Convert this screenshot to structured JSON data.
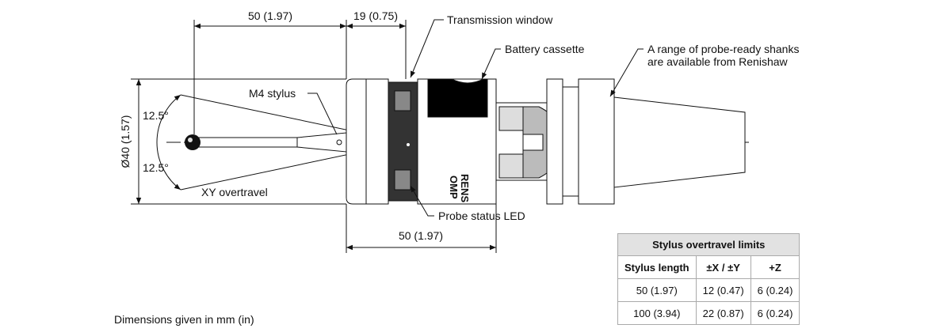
{
  "dimensions": {
    "stylus_length": "50 (1.97)",
    "window_offset": "19 (0.75)",
    "body_length": "50 (1.97)",
    "diameter": "Ø40 (1.57)",
    "angle_upper": "12.5°",
    "angle_lower": "12.5°"
  },
  "callouts": {
    "transmission_window": "Transmission window",
    "battery_cassette": "Battery cassette",
    "shanks_line1": "A range of probe-ready shanks",
    "shanks_line2": "are available from Renishaw",
    "m4_stylus": "M4 stylus",
    "xy_overtravel": "XY overtravel",
    "probe_status_led": "Probe status LED"
  },
  "body_marking": {
    "line1": "RENS",
    "line2": "OMP"
  },
  "table": {
    "caption": "Stylus overtravel limits",
    "headers": [
      "Stylus length",
      "±X / ±Y",
      "+Z"
    ],
    "rows": [
      [
        "50 (1.97)",
        "12 (0.47)",
        "6 (0.24)"
      ],
      [
        "100 (3.94)",
        "22 (0.87)",
        "6 (0.24)"
      ]
    ]
  },
  "footnote": "Dimensions given in mm (in)"
}
